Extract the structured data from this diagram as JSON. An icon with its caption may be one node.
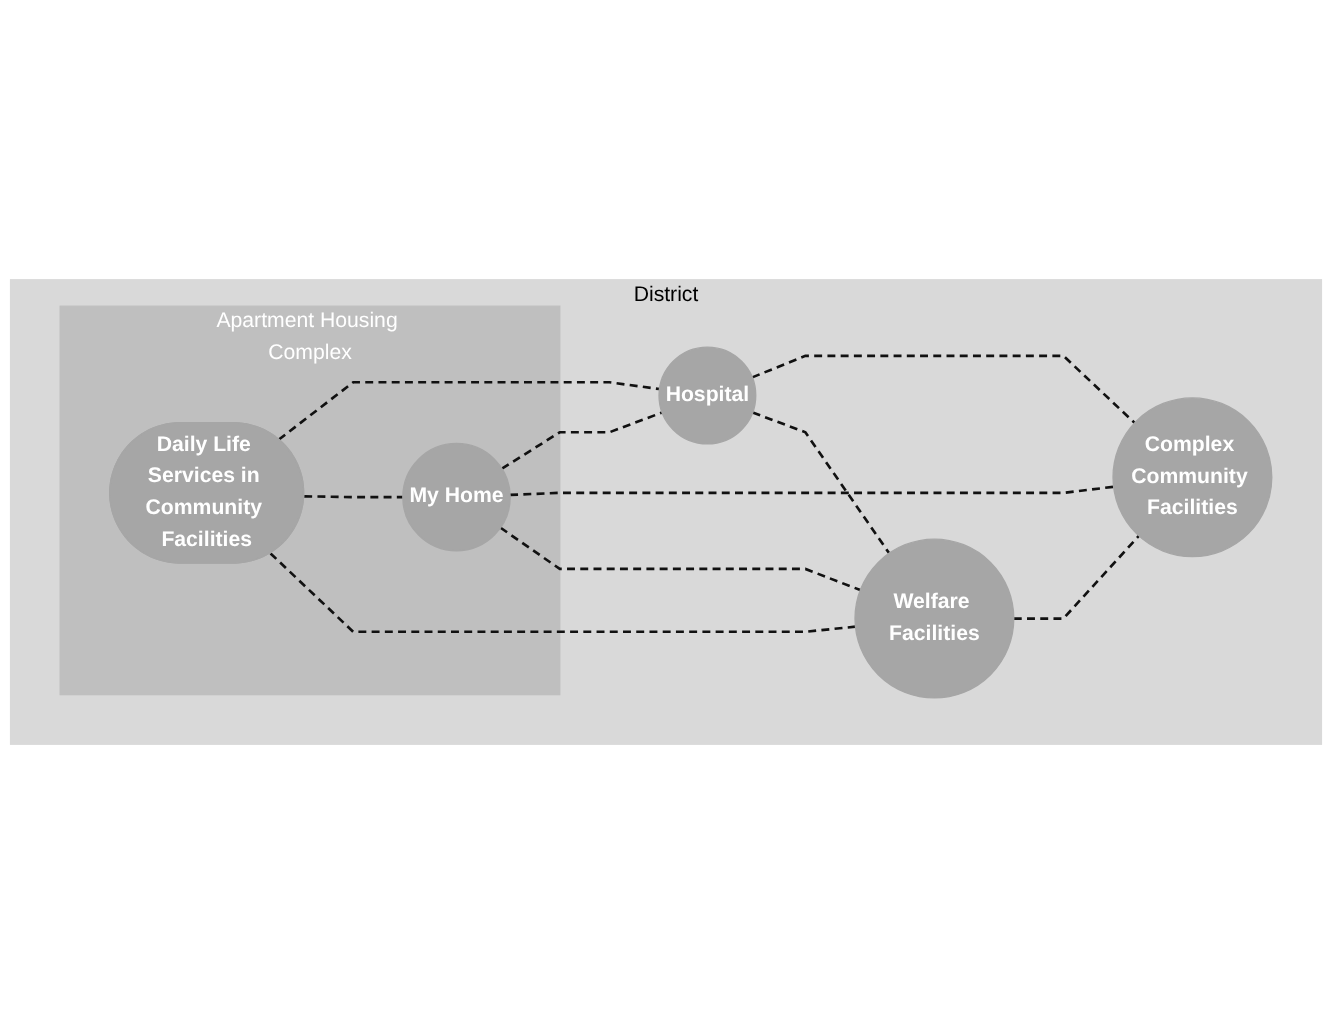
{
  "diagram": {
    "nodes": [
      {
        "text": [
          "District"
        ]
      },
      {
        "text": [
          "Apartment Housing Complex"
        ],
        "in": 0
      },
      {
        "text": [
          "Daily Life Services in Community Facilities"
        ],
        "in": 1
      },
      {
        "text": [
          "My Home"
        ],
        "in": 1
      },
      {
        "text": [
          "Hospital"
        ],
        "in": 0
      },
      {
        "text": [
          "Complex Community Facilities"
        ],
        "in": 0
      },
      {
        "text": [
          "Welfare Facilities"
        ],
        "in": 0
      }
    ],
    "edges": [
      {
        "from": 2,
        "to": 4,
        "arrow": "none",
        "style": "dashed"
      },
      {
        "from": 2,
        "to": 3,
        "arrow": "none",
        "style": "dashed"
      },
      {
        "from": 2,
        "to": 6,
        "arrow": "none",
        "style": "dashed"
      },
      {
        "from": 3,
        "to": 4,
        "arrow": "none",
        "style": "dashed"
      },
      {
        "from": 3,
        "to": 5,
        "arrow": "none",
        "style": "dashed"
      },
      {
        "from": 3,
        "to": 6,
        "arrow": "none",
        "style": "dashed"
      },
      {
        "from": 4,
        "to": 5,
        "arrow": "none",
        "style": "dashed"
      },
      {
        "from": 4,
        "to": 6,
        "arrow": "none",
        "style": "dashed"
      },
      {
        "from": 6,
        "to": 5,
        "arrow": "none",
        "style": "dashed"
      }
    ]
  }
}
